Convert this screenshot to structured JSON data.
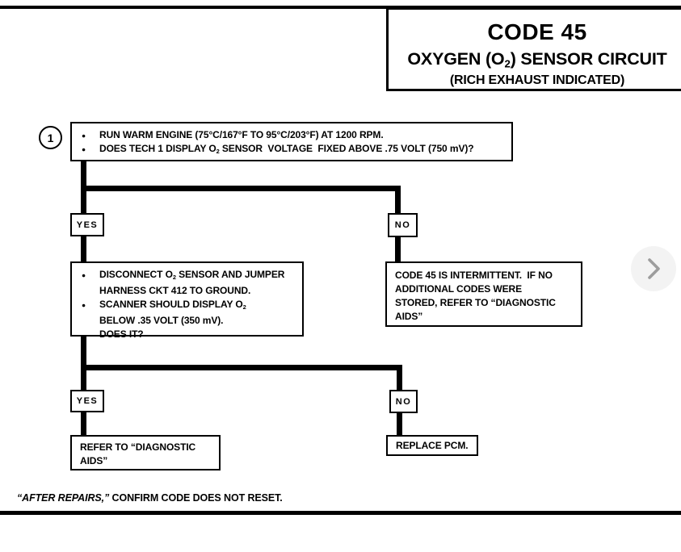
{
  "colors": {
    "ink": "#000000",
    "nav_button_bg": "#f3f3f3",
    "nav_chevron": "#9d9d9d"
  },
  "glyphs": {
    "bullet": "●",
    "edge_fragment": ")"
  },
  "header": {
    "code": "CODE 45",
    "title_pre": "OXYGEN (O",
    "title_sub": "2",
    "title_post": ") SENSOR CIRCUIT",
    "subtitle": "(RICH EXHAUST INDICATED)"
  },
  "flowchart": {
    "step1": {
      "number": "1",
      "bullet1": "RUN WARM ENGINE (75°C/167°F TO 95°C/203°F) AT 1200 RPM.",
      "bullet2_pre": "DOES TECH 1 DISPLAY O",
      "bullet2_sub": "2",
      "bullet2_post": " SENSOR  VOLTAGE  FIXED ABOVE .75 VOLT (750 mV)?"
    },
    "branch1": {
      "yes": "YES",
      "no": "NO"
    },
    "yes1_box": {
      "b1_pre": "DISCONNECT O",
      "b1_sub": "2",
      "b1_post": " SENSOR AND JUMPER",
      "b1_cont": "HARNESS CKT 412 TO GROUND.",
      "b2_pre": "SCANNER SHOULD DISPLAY O",
      "b2_sub": "2",
      "b2_post": "",
      "b2_cont1": "BELOW .35 VOLT (350 mV).",
      "b2_cont2": "DOES IT?"
    },
    "no1_box": {
      "line1": "CODE 45 IS INTERMITTENT.  IF NO",
      "line2": "ADDITIONAL CODES WERE",
      "line3": "STORED, REFER TO “DIAGNOSTIC",
      "line4": "AIDS”"
    },
    "branch2": {
      "yes": "YES",
      "no": "NO"
    },
    "yes2_box": {
      "line1": "REFER TO “DIAGNOSTIC",
      "line2": "AIDS”"
    },
    "no2_box": {
      "line1": "REPLACE PCM."
    }
  },
  "footer": {
    "italic": "“AFTER REPAIRS,”",
    "rest": " CONFIRM CODE DOES NOT RESET."
  }
}
